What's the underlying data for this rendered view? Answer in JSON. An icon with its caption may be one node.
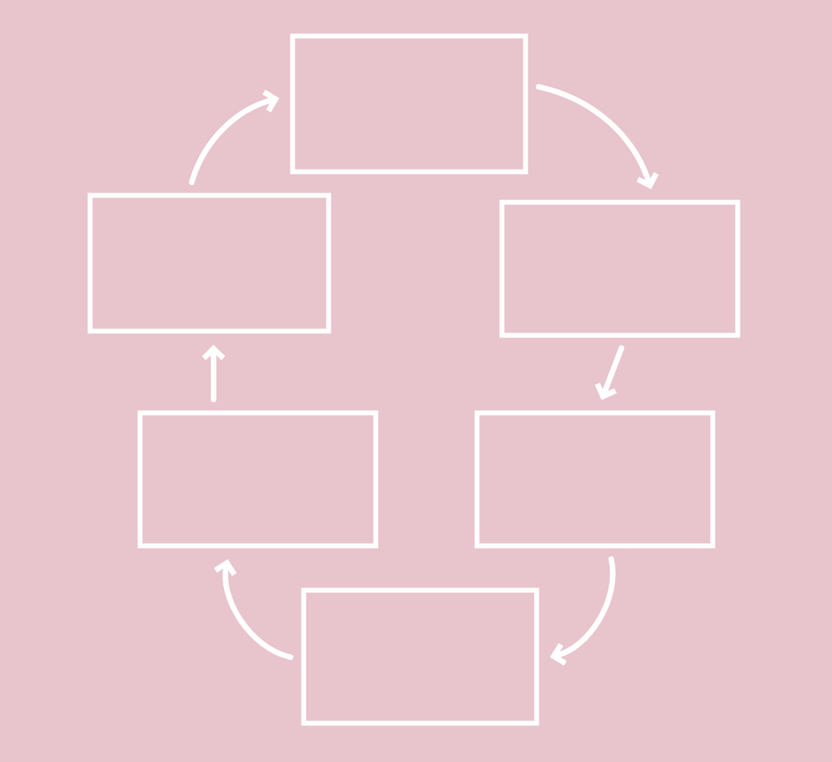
{
  "diagram": {
    "nodes": [
      {
        "text": [],
        "shape": "box"
      },
      {
        "text": [],
        "shape": "box"
      },
      {
        "text": [],
        "shape": "box"
      },
      {
        "text": [],
        "shape": "box"
      },
      {
        "text": [],
        "shape": "box"
      },
      {
        "text": [],
        "shape": "box"
      }
    ],
    "edges": [
      {
        "from": 0,
        "to": 2,
        "arrow": "to"
      },
      {
        "from": 2,
        "to": 4,
        "arrow": "to"
      },
      {
        "from": 4,
        "to": 5,
        "arrow": "to"
      },
      {
        "from": 5,
        "to": 3,
        "arrow": "to"
      },
      {
        "from": 3,
        "to": 1,
        "arrow": "to"
      },
      {
        "from": 1,
        "to": 0,
        "arrow": "to"
      }
    ]
  }
}
